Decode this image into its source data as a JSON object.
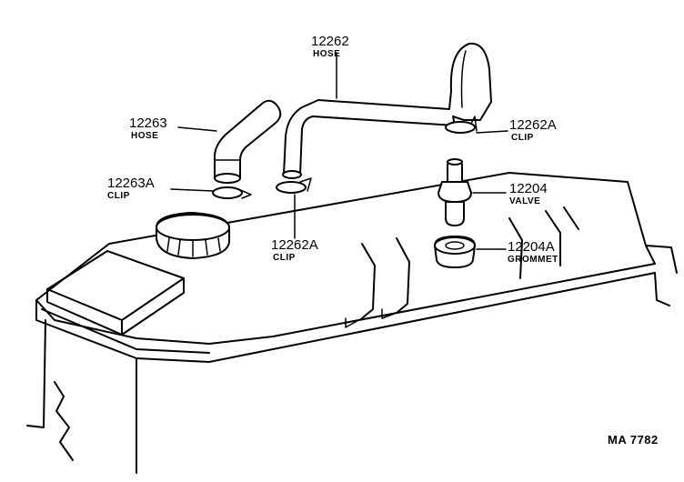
{
  "parts": [
    {
      "id": "p12262",
      "number": "12262",
      "name": "HOSE"
    },
    {
      "id": "p12263",
      "number": "12263",
      "name": "HOSE"
    },
    {
      "id": "p12262A_top",
      "number": "12262A",
      "name": "CLIP"
    },
    {
      "id": "p12263A",
      "number": "12263A",
      "name": "CLIP"
    },
    {
      "id": "p12204",
      "number": "12204",
      "name": "VALVE"
    },
    {
      "id": "p12262A_bottom",
      "number": "12262A",
      "name": "CLIP"
    },
    {
      "id": "p12204A",
      "number": "12204A",
      "name": "GROMMET"
    }
  ],
  "figure_ref": "MA 7782"
}
